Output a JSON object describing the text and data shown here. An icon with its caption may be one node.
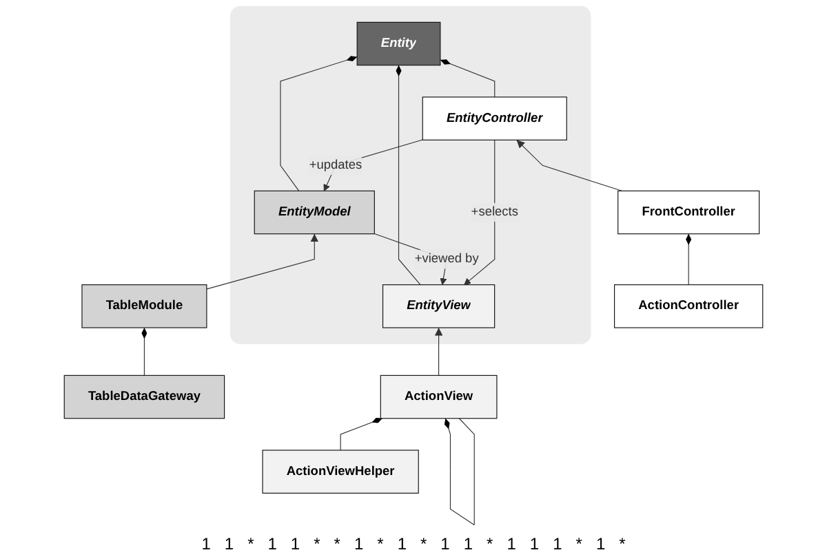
{
  "diagram": {
    "nodes": [
      {
        "text": [],
        "shape": "box"
      },
      {
        "text": [
          "Entity"
        ],
        "in": 0
      },
      {
        "text": [
          "EntityModel"
        ],
        "in": 0
      },
      {
        "text": [
          "EntityView"
        ],
        "in": 0
      },
      {
        "text": [
          "EntityController"
        ],
        "in": 0
      },
      {
        "text": [
          "TableModule"
        ]
      },
      {
        "text": [
          "ActionView"
        ]
      },
      {
        "text": [
          "FrontController"
        ]
      },
      {
        "text": [
          "TableDataGateway"
        ]
      },
      {
        "text": [
          "ActionViewHelper"
        ]
      },
      {
        "text": [
          "ActionController"
        ]
      }
    ],
    "edges": [
      {
        "from": 1,
        "to": 2,
        "arrow": "other"
      },
      {
        "from": 1,
        "to": 3,
        "arrow": "other"
      },
      {
        "from": 1,
        "to": 4,
        "arrow": "other"
      },
      {
        "from": 2,
        "to": 3,
        "arrow": "to",
        "label": "+viewed by"
      },
      {
        "from": 4,
        "to": 3,
        "arrow": "to",
        "label": "+selects"
      },
      {
        "from": 4,
        "to": 2,
        "arrow": "to",
        "label": "+updates"
      },
      {
        "from": 5,
        "to": 2,
        "arrow": "to"
      },
      {
        "from": 6,
        "to": 3,
        "arrow": "to"
      },
      {
        "from": 7,
        "to": 4,
        "arrow": "to"
      },
      {
        "from": 6,
        "to": 6,
        "arrow": "other"
      },
      {
        "from": 5,
        "to": 8,
        "arrow": "other"
      },
      {
        "from": 6,
        "to": 9,
        "arrow": "other"
      },
      {
        "from": 7,
        "to": 10,
        "arrow": "other"
      }
    ],
    "labels": [
      "1",
      "1",
      "*",
      "1",
      "1",
      "*",
      "*",
      "1",
      "*",
      "1",
      "*",
      "1",
      "1",
      "*",
      "1",
      "1",
      "1",
      "*",
      "1",
      "*"
    ]
  }
}
